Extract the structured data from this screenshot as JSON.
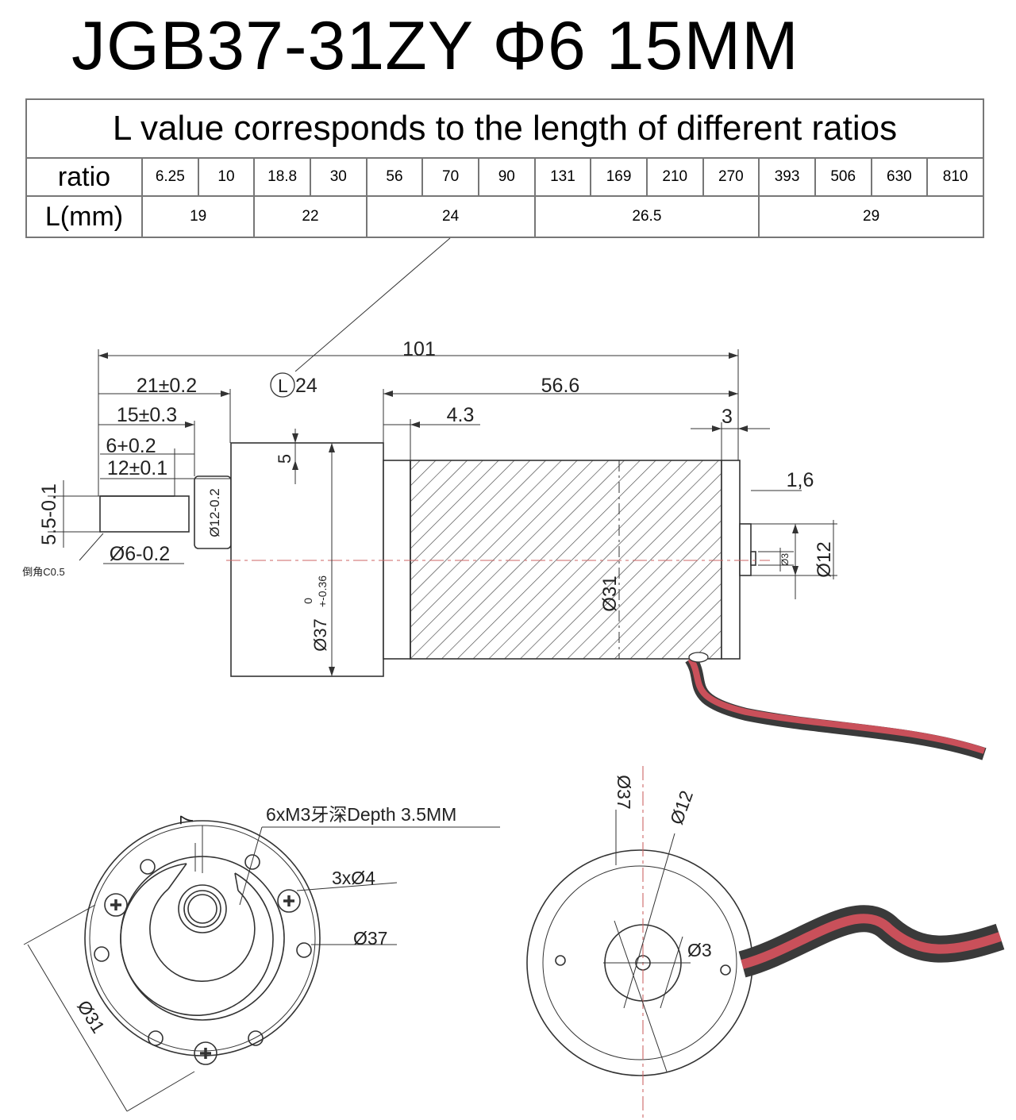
{
  "title": "JGB37-31ZY Φ6 15MM",
  "table": {
    "caption": "L value corresponds to the length of different ratios",
    "ratio_label": "ratio",
    "length_label": "L(mm)",
    "ratios": [
      "6.25",
      "10",
      "18.8",
      "30",
      "56",
      "70",
      "90",
      "131",
      "169",
      "210",
      "270",
      "393",
      "506",
      "630",
      "810"
    ],
    "lengths": [
      {
        "value": "19",
        "span": 2
      },
      {
        "value": "22",
        "span": 2
      },
      {
        "value": "24",
        "span": 3
      },
      {
        "value": "26.5",
        "span": 4
      },
      {
        "value": "29",
        "span": 4
      }
    ]
  },
  "side_view": {
    "overall": "101",
    "gearbox": "21±0.2",
    "l_marker": "L",
    "l_value": "24",
    "motor": "56.6",
    "shaft_length": "15±0.3",
    "gap": "4.3",
    "flat": "6+0.2",
    "boss_length": "12±0.1",
    "end_cap": "3",
    "step": "5",
    "rear_boss": "1,6",
    "flat_height": "5.5-0.1",
    "shaft_dia": "Ø6-0.2",
    "chamfer": "倒角C0.5",
    "boss_dia": "Ø12-0.2",
    "gearbox_dia": "Ø37",
    "gearbox_tol_upper": "0",
    "gearbox_tol_lower": "+-0.36",
    "motor_dia": "Ø31",
    "rear_dia": "Ø12",
    "rear_shaft": "Ø3"
  },
  "front_view": {
    "tap_note": "6xM3牙深Depth  3.5MM",
    "seven": "7",
    "holes": "3xØ4",
    "outer_dia": "Ø37",
    "mount_dia": "Ø31"
  },
  "rear_view": {
    "outer_dia": "Ø37",
    "boss_dia": "Ø12",
    "shaft_dia": "Ø3"
  },
  "colors": {
    "line": "#333333",
    "wire_red": "#c9505a",
    "wire_black": "#3a3a3a"
  }
}
